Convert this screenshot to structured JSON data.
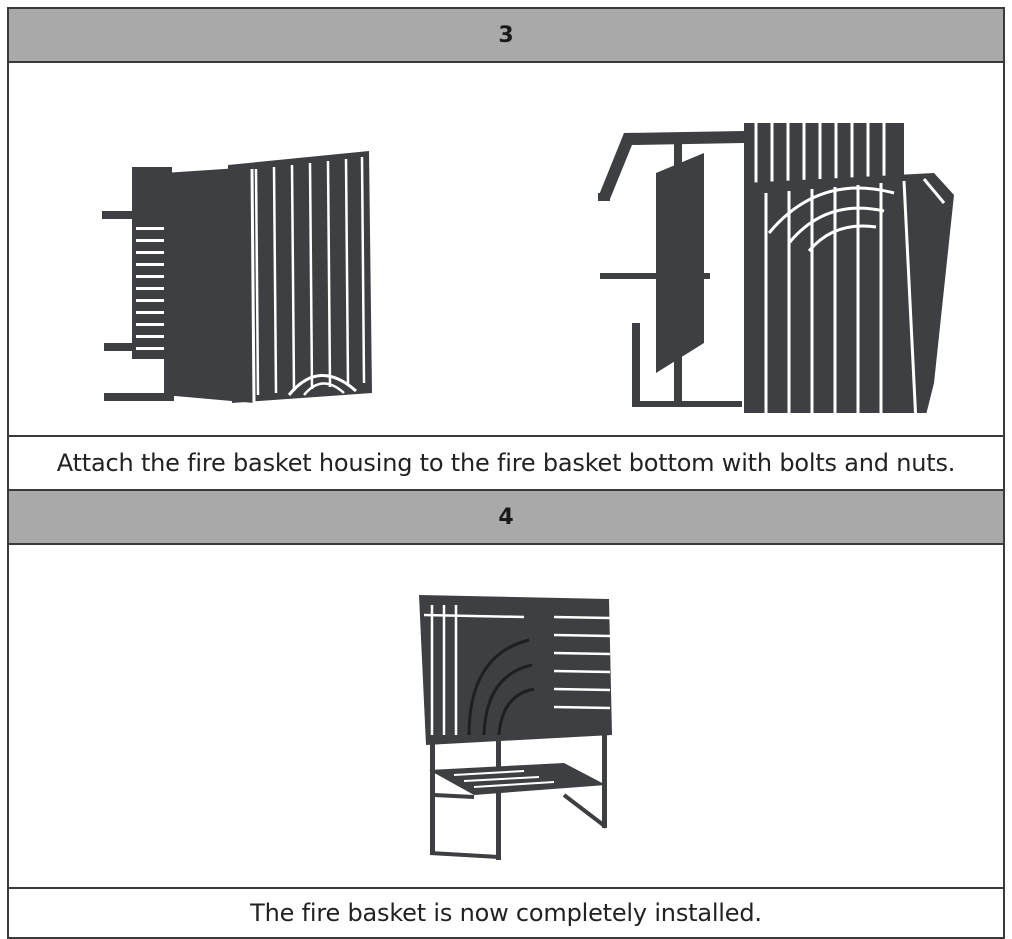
{
  "steps": [
    {
      "number": "3",
      "caption": "Attach the fire basket housing to the fire basket bottom with bolts and nuts."
    },
    {
      "number": "4",
      "caption": "The fire basket is now completely installed."
    }
  ],
  "colors": {
    "header_bg": "#a9a9a9",
    "border": "#3a3a3a",
    "metal": "#3d3f42"
  }
}
